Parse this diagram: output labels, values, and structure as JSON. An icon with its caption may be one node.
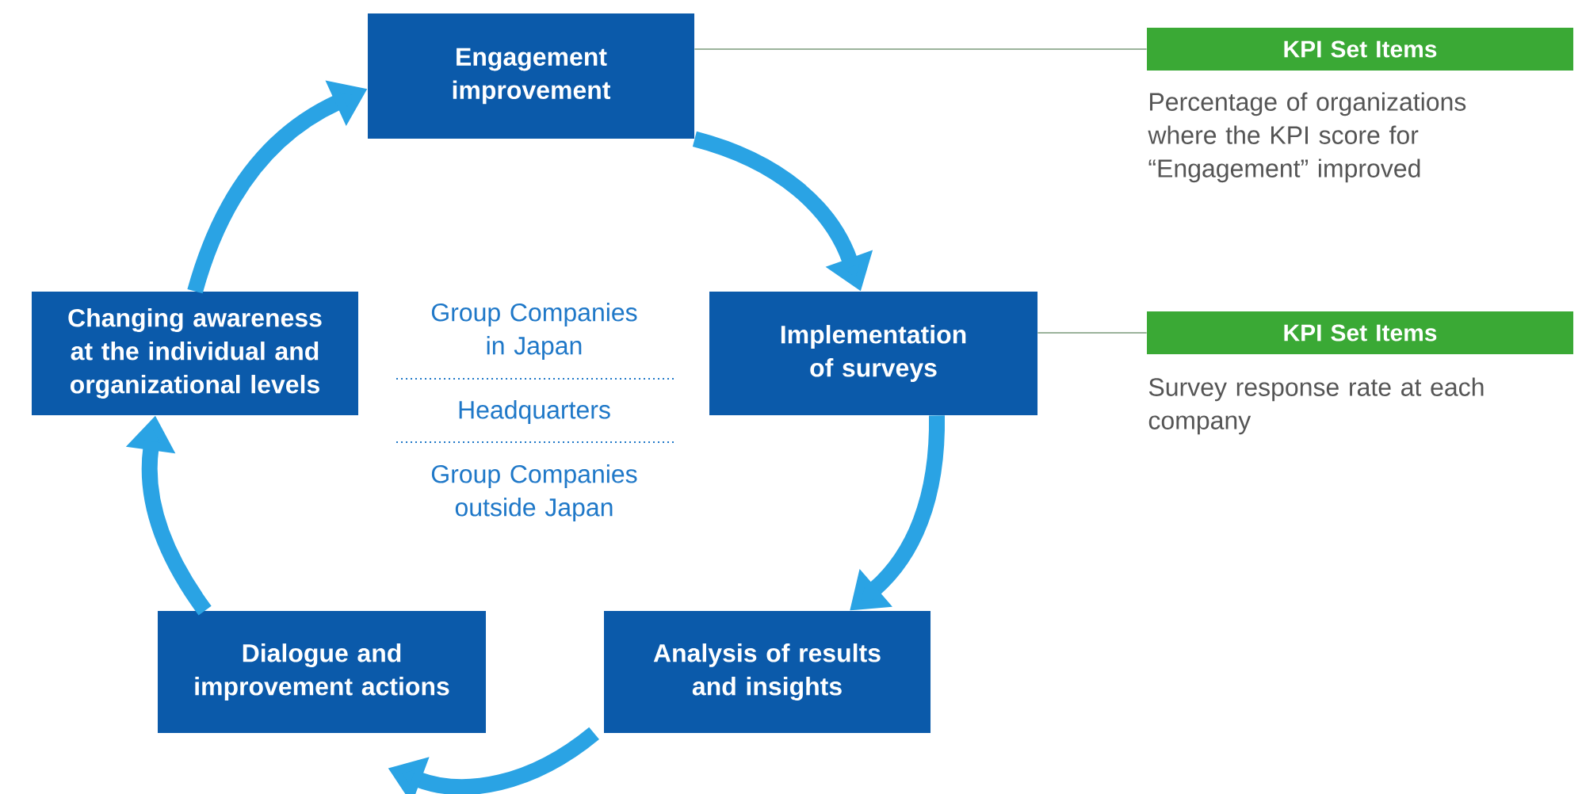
{
  "diagram": {
    "nodes": [
      {
        "text": [
          "Engagement improvement"
        ]
      },
      {
        "text": [
          "Implementation of surveys"
        ]
      },
      {
        "text": [
          "Analysis of results and insights"
        ]
      },
      {
        "text": [
          "Dialogue and improvement actions"
        ]
      },
      {
        "text": [
          "Changing awareness at the individual and organizational levels"
        ]
      },
      {
        "text": [
          "KPI Set Items"
        ],
        "beside": [
          "Percentage of organizations where the KPI score for “Engagement” improved"
        ]
      },
      {
        "text": [
          "KPI Set Items"
        ],
        "beside": [
          "Survey response rate at each company"
        ]
      }
    ],
    "edges": [
      {
        "from": 0,
        "to": 1,
        "arrow": "to"
      },
      {
        "from": 1,
        "to": 2,
        "arrow": "to"
      },
      {
        "from": 2,
        "to": 3,
        "arrow": "to"
      },
      {
        "from": 3,
        "to": 4,
        "arrow": "to"
      },
      {
        "from": 4,
        "to": 0,
        "arrow": "to"
      },
      {
        "from": 0,
        "to": 5,
        "arrow": "none",
        "color": "#7a9a7a"
      },
      {
        "from": 1,
        "to": 6,
        "arrow": "none",
        "color": "#7a9a7a"
      }
    ],
    "labels": [
      "Group Companies in Japan",
      "Headquarters",
      "Group Companies outside Japan"
    ]
  }
}
